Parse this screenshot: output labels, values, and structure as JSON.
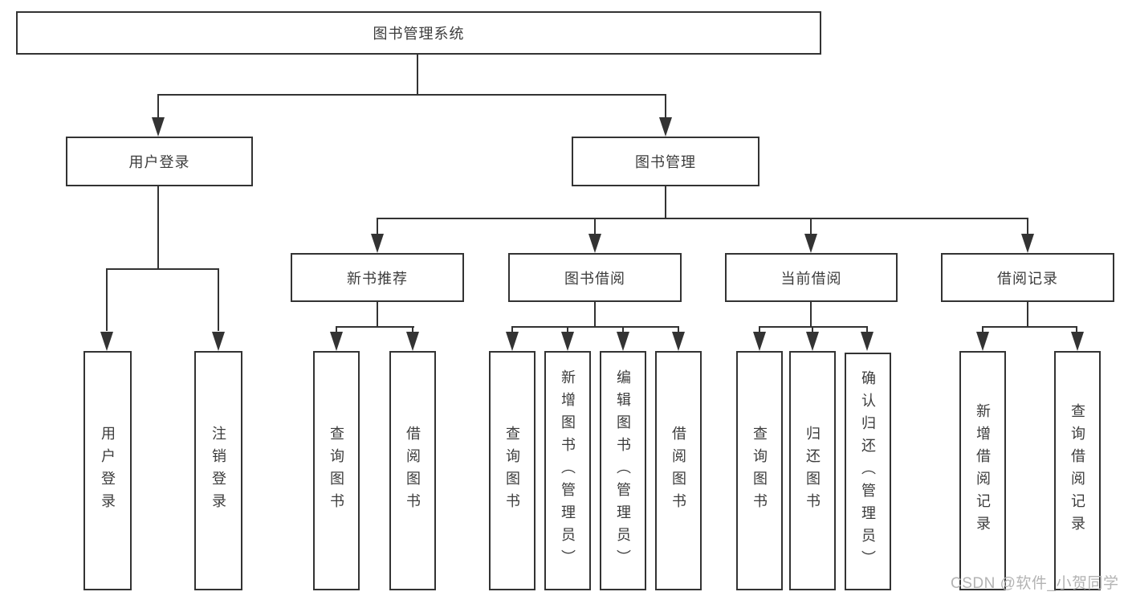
{
  "title": "图书管理系统",
  "watermark": {
    "text": "CSDN @软件_小贺同学",
    "color": "#b3b3b3"
  },
  "colors": {
    "line": "#333333",
    "text": "#3c3c3c",
    "box_border": "#333333",
    "box_fill": "#ffffff",
    "background": "#ffffff",
    "watermark": "#b3b3b3"
  },
  "tree": {
    "root": "图书管理系统",
    "children": [
      {
        "label": "用户登录",
        "children": [
          "用户登录",
          "注销登录"
        ]
      },
      {
        "label": "图书管理",
        "children": [
          {
            "label": "新书推荐",
            "children": [
              "查询图书",
              "借阅图书"
            ]
          },
          {
            "label": "图书借阅",
            "children": [
              "查询图书",
              "新增图书（管理员）",
              "编辑图书（管理员）",
              "借阅图书"
            ]
          },
          {
            "label": "当前借阅",
            "children": [
              "查询图书",
              "归还图书",
              "确认归还（管理员）"
            ]
          },
          {
            "label": "借阅记录",
            "children": [
              "新增借阅记录",
              "查询借阅记录"
            ]
          }
        ]
      }
    ]
  }
}
